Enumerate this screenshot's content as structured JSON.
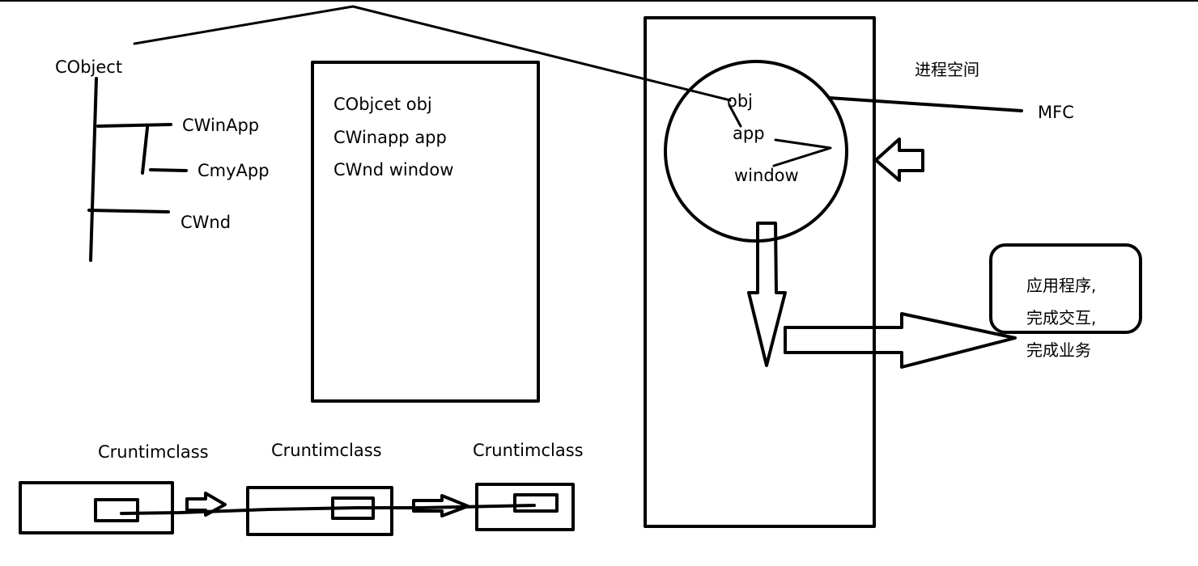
{
  "colors": {
    "ink": "#000000",
    "background": "#ffffff"
  },
  "hierarchy": {
    "root": "CObject",
    "children": [
      "CWinApp",
      "CmyApp",
      "CWnd"
    ]
  },
  "declarations": {
    "lines": [
      "CObjcet obj",
      "CWinapp app",
      "CWnd window"
    ]
  },
  "process": {
    "space_label": "进程空间",
    "mfc_label": "MFC",
    "objects": [
      "obj",
      "app",
      "window"
    ],
    "result_lines": [
      "应用程序,",
      "完成交互,",
      "完成业务"
    ]
  },
  "runtime_chain": {
    "labels": [
      "Cruntimclass",
      "Cruntimclass",
      "Cruntimclass"
    ]
  }
}
